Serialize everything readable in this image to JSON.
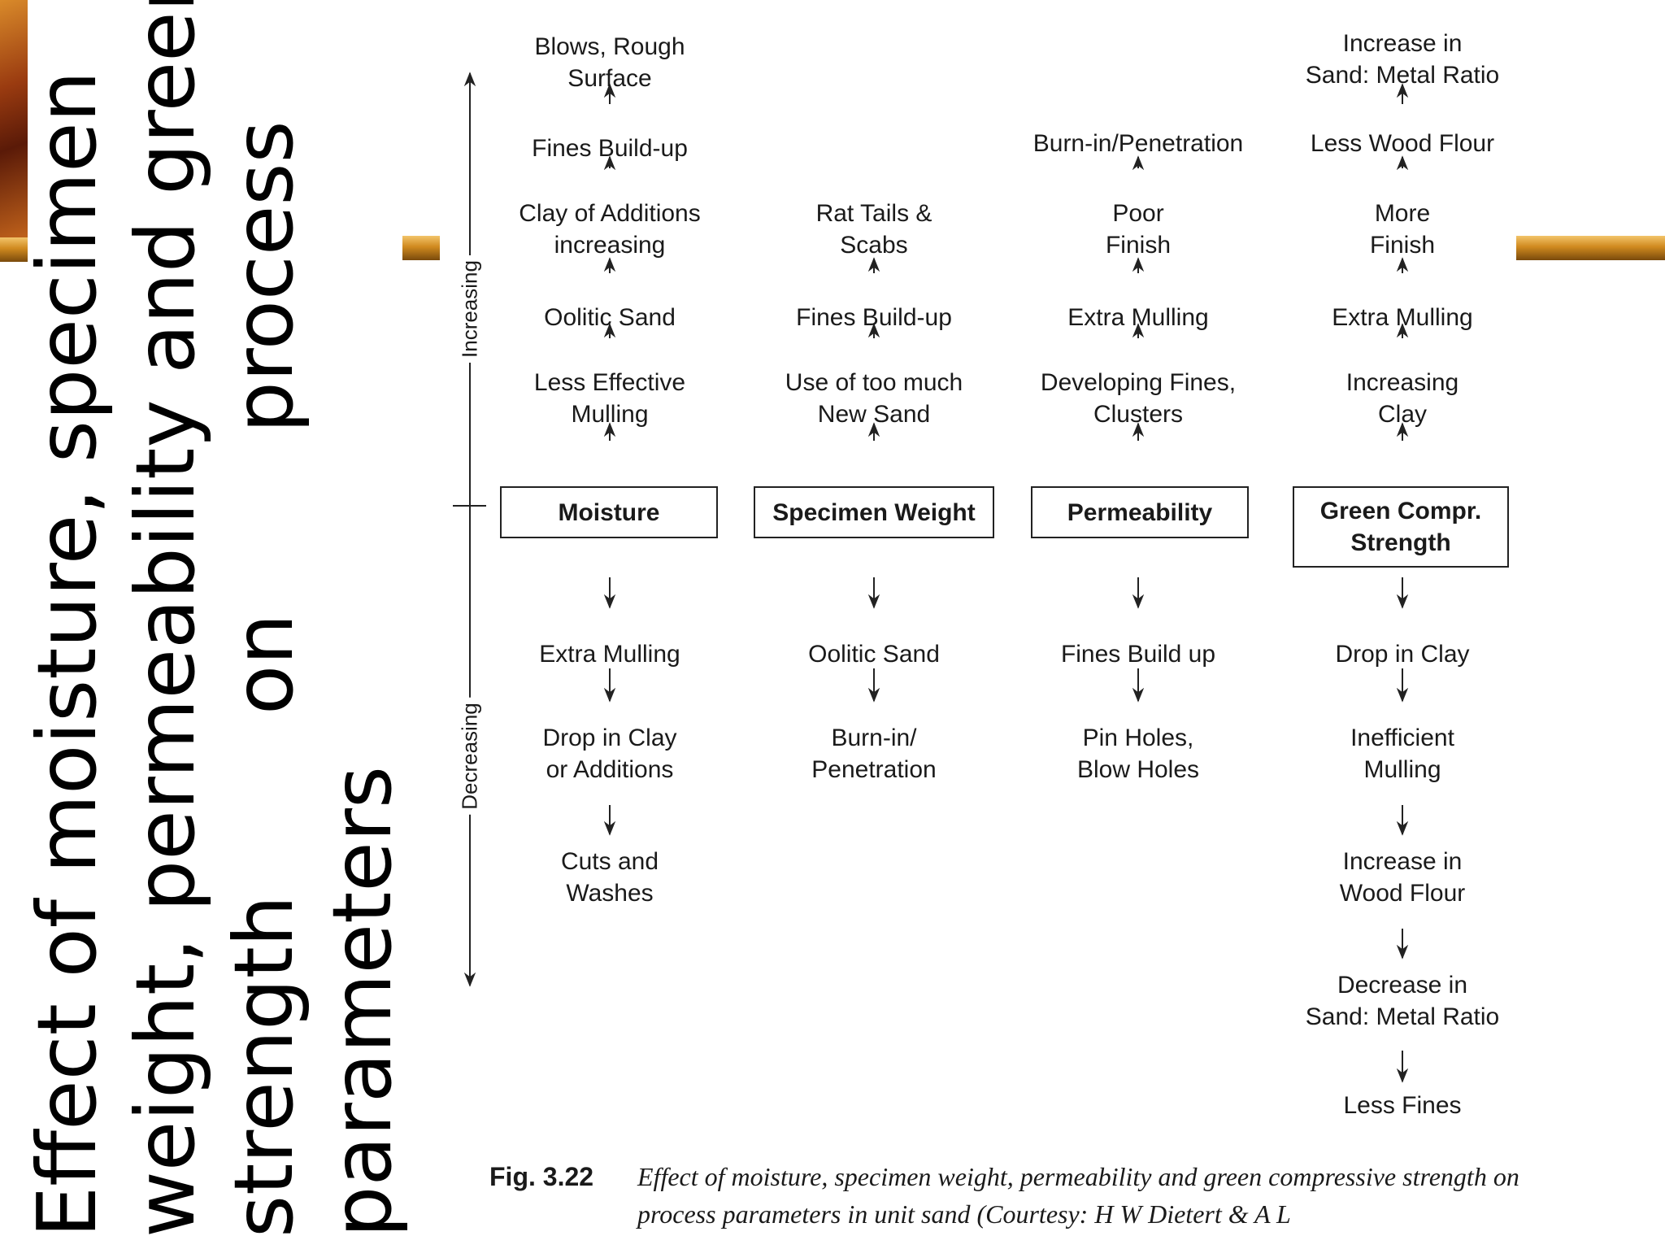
{
  "title": {
    "lines": [
      "Effect of moisture, specimen",
      "weight, permeability and green",
      "strength on process",
      "parameters"
    ]
  },
  "axis": {
    "increasing": "Increasing",
    "decreasing": "Decreasing"
  },
  "columns": [
    {
      "box": [
        "Moisture"
      ],
      "up": [
        [
          "Blows, Rough",
          "Surface"
        ],
        [
          "Fines Build-up"
        ],
        [
          "Clay of Additions",
          "increasing"
        ],
        [
          "Oolitic Sand"
        ],
        [
          "Less Effective",
          "Mulling"
        ]
      ],
      "down": [
        [
          "Extra Mulling"
        ],
        [
          "Drop in Clay",
          "or Additions"
        ],
        [
          "Cuts and",
          "Washes"
        ]
      ]
    },
    {
      "box": [
        "Specimen Weight"
      ],
      "up": [
        [
          "Rat Tails &",
          "Scabs"
        ],
        [
          "Fines Build-up"
        ],
        [
          "Use of too much",
          "New Sand"
        ]
      ],
      "down": [
        [
          "Oolitic Sand"
        ],
        [
          "Burn-in/",
          "Penetration"
        ]
      ]
    },
    {
      "box": [
        "Permeability"
      ],
      "up": [
        [
          "Burn-in/Penetration"
        ],
        [
          "Poor",
          "Finish"
        ],
        [
          "Extra Mulling"
        ],
        [
          "Developing Fines,",
          "Clusters"
        ]
      ],
      "down": [
        [
          "Fines Build up"
        ],
        [
          "Pin Holes,",
          "Blow Holes"
        ]
      ]
    },
    {
      "box": [
        "Green Compr.",
        "Strength"
      ],
      "up": [
        [
          "Increase in",
          "Sand: Metal Ratio"
        ],
        [
          "Less Wood Flour"
        ],
        [
          "More",
          "Finish"
        ],
        [
          "Extra Mulling"
        ],
        [
          "Increasing",
          "Clay"
        ]
      ],
      "down": [
        [
          "Drop in Clay"
        ],
        [
          "Inefficient",
          "Mulling"
        ],
        [
          "Increase in",
          "Wood Flour"
        ],
        [
          "Decrease in",
          "Sand: Metal Ratio"
        ],
        [
          "Less Fines"
        ]
      ]
    }
  ],
  "caption": {
    "fig": "Fig. 3.22",
    "text": "Effect of moisture, specimen weight, permeability and green compressive strength on process parameters in unit sand (Courtesy: H W Dietert & A L"
  }
}
